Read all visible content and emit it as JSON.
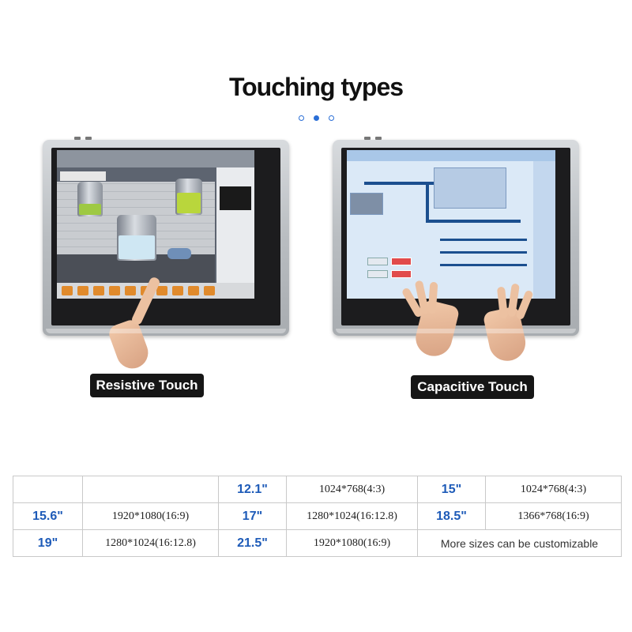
{
  "heading": {
    "title": "Touching types"
  },
  "carousel": {
    "dot_count": 3,
    "active_index": 1,
    "accent": "#2b6fd6"
  },
  "panels": [
    {
      "label": "Resistive Touch",
      "screen_icon": "industrial-hmi-screen",
      "hand_icon": "single-finger-hand-icon"
    },
    {
      "label": "Capacitive Touch",
      "screen_icon": "scada-control-screen",
      "hand_icon": "two-hands-icon"
    }
  ],
  "sizes_table": {
    "rows": [
      [
        {
          "text": "",
          "kind": "empty"
        },
        {
          "text": "",
          "kind": "empty"
        },
        {
          "text": "12.1\"",
          "kind": "size"
        },
        {
          "text": "1024*768(4:3)",
          "kind": "res"
        },
        {
          "text": "15\"",
          "kind": "size"
        },
        {
          "text": "1024*768(4:3)",
          "kind": "res"
        }
      ],
      [
        {
          "text": "15.6\"",
          "kind": "size"
        },
        {
          "text": "1920*1080(16:9)",
          "kind": "res"
        },
        {
          "text": "17\"",
          "kind": "size"
        },
        {
          "text": "1280*1024(16:12.8)",
          "kind": "res"
        },
        {
          "text": "18.5\"",
          "kind": "size"
        },
        {
          "text": "1366*768(16:9)",
          "kind": "res"
        }
      ],
      [
        {
          "text": "19\"",
          "kind": "size"
        },
        {
          "text": "1280*1024(16:12.8)",
          "kind": "res"
        },
        {
          "text": "21.5\"",
          "kind": "size"
        },
        {
          "text": "1920*1080(16:9)",
          "kind": "res"
        },
        {
          "text": "More sizes can be customizable",
          "kind": "note"
        }
      ]
    ]
  },
  "colors": {
    "size_text": "#1e5bb8",
    "label_bg": "#161616"
  }
}
